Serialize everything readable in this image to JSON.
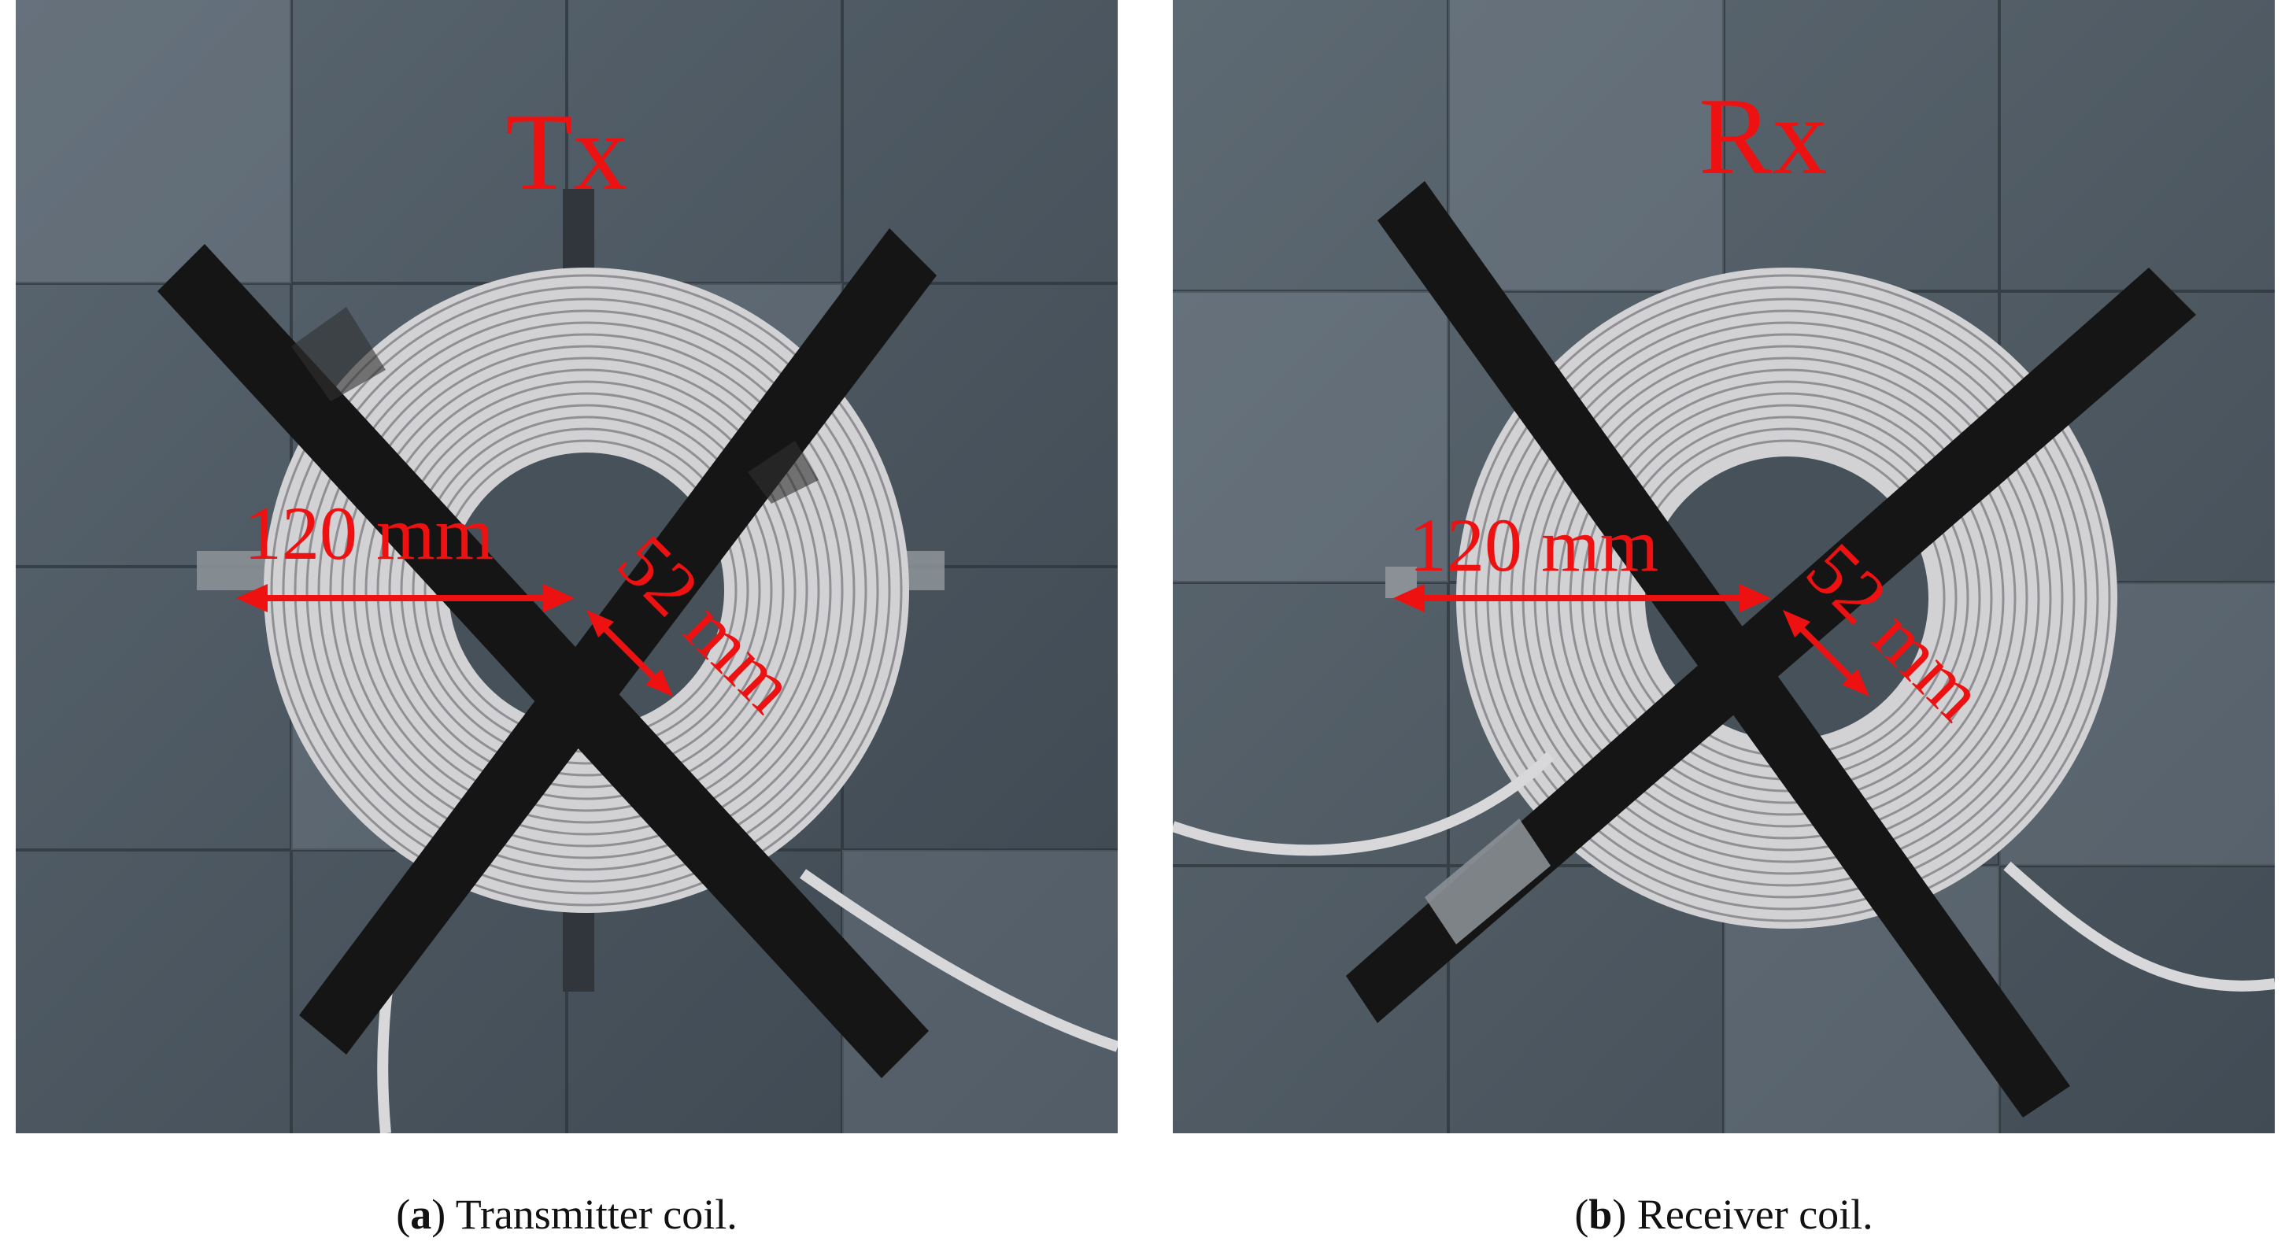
{
  "panels": [
    {
      "id": "a",
      "coil_label": "Tx",
      "outer_dimension": "120 mm",
      "inner_dimension": "52 mm",
      "caption_letter": "a",
      "caption_text": " Transmitter coil."
    },
    {
      "id": "b",
      "coil_label": "Rx",
      "outer_dimension": "120 mm",
      "inner_dimension": "52 mm",
      "caption_letter": "b",
      "caption_text": " Receiver coil."
    }
  ],
  "colors": {
    "annotation": "#ee1111",
    "ferrite": "#4a5560",
    "coil_wire": "#cfcfd2",
    "tape": "#151515"
  }
}
